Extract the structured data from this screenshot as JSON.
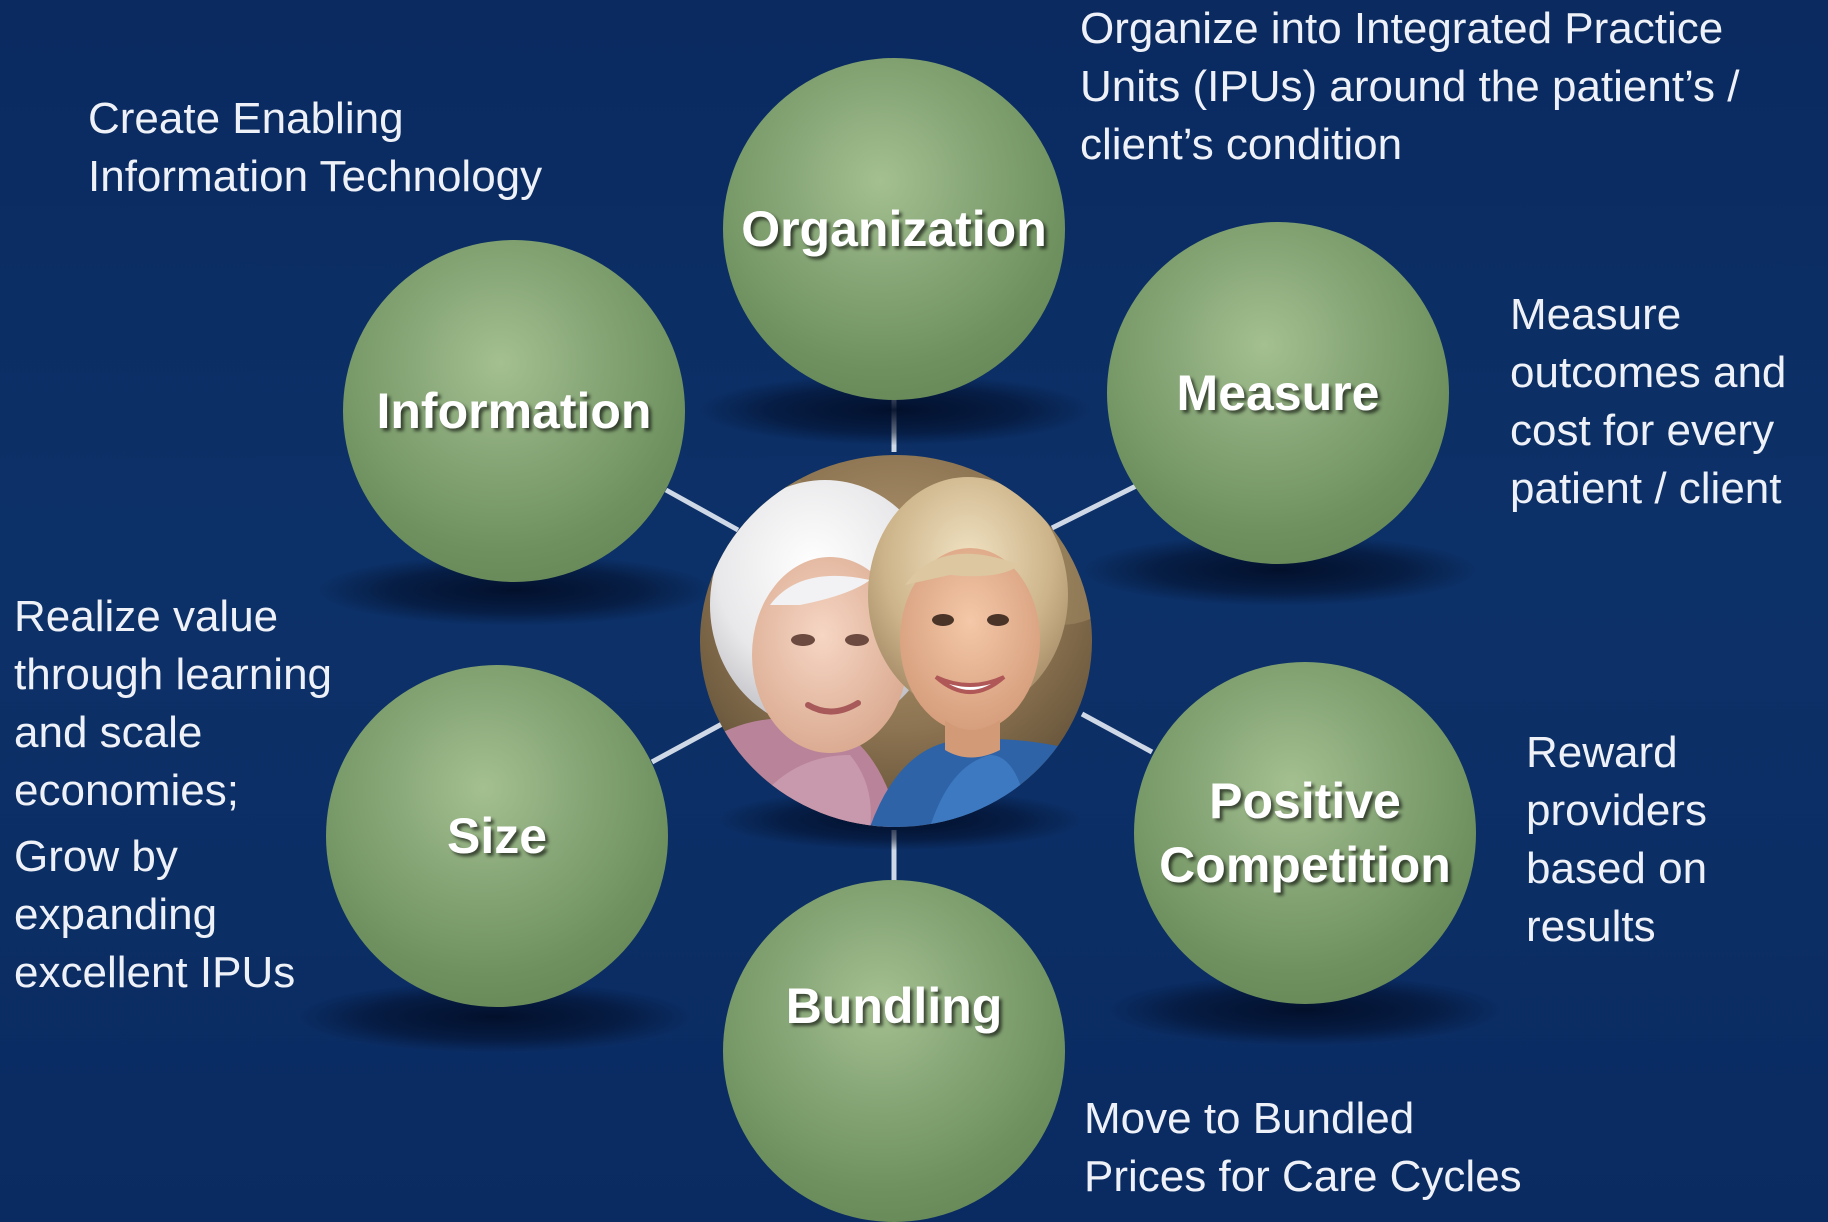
{
  "nodes": {
    "organization": "Organization",
    "information": "Information",
    "measure": "Measure",
    "size": "Size",
    "positive_competition": "Positive\nCompetition",
    "bundling": "Bundling"
  },
  "descriptions": {
    "organization": "Organize into Integrated Practice\nUnits (IPUs) around the patient’s /\nclient’s condition",
    "information": "Create Enabling\nInformation Technology",
    "measure": "Measure\noutcomes and\ncost for every\npatient / client",
    "size_part1": "Realize value\nthrough learning\nand scale\neconomies;",
    "size_part2": "Grow by\nexpanding\nexcellent IPUs",
    "positive_competition": "Reward\nproviders\nbased on\nresults",
    "bundling": "Move to Bundled\nPrices for Care Cycles"
  },
  "center": {
    "image": "photo-two-women"
  },
  "colors": {
    "background": "#0c3168",
    "node_fill": "#7c9c6c",
    "connector": "#cfd8e6",
    "text": "#ffffff"
  }
}
